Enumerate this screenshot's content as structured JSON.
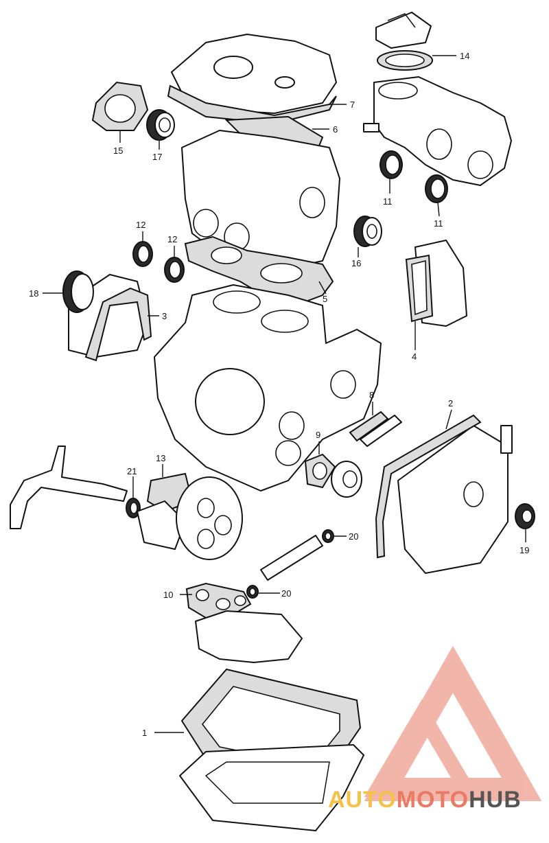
{
  "diagram": {
    "callouts": [
      {
        "id": "1",
        "label": "1"
      },
      {
        "id": "2",
        "label": "2"
      },
      {
        "id": "3",
        "label": "3"
      },
      {
        "id": "4",
        "label": "4"
      },
      {
        "id": "5",
        "label": "5"
      },
      {
        "id": "6",
        "label": "6"
      },
      {
        "id": "7",
        "label": "7"
      },
      {
        "id": "8",
        "label": "8"
      },
      {
        "id": "9",
        "label": "9"
      },
      {
        "id": "10",
        "label": "10"
      },
      {
        "id": "11a",
        "label": "11"
      },
      {
        "id": "11b",
        "label": "11"
      },
      {
        "id": "12a",
        "label": "12"
      },
      {
        "id": "12b",
        "label": "12"
      },
      {
        "id": "13",
        "label": "13"
      },
      {
        "id": "14",
        "label": "14"
      },
      {
        "id": "15",
        "label": "15"
      },
      {
        "id": "16",
        "label": "16"
      },
      {
        "id": "17",
        "label": "17"
      },
      {
        "id": "18",
        "label": "18"
      },
      {
        "id": "19",
        "label": "19"
      },
      {
        "id": "20a",
        "label": "20"
      },
      {
        "id": "20b",
        "label": "20"
      },
      {
        "id": "21",
        "label": "21"
      }
    ]
  },
  "watermark": {
    "part1": "AUTO",
    "part2": "MOTO",
    "part3": "HUB",
    "colors": {
      "auto": "#f4c24a",
      "moto": "#e87a66",
      "hub": "#555555",
      "logo": "#e87a66"
    }
  }
}
